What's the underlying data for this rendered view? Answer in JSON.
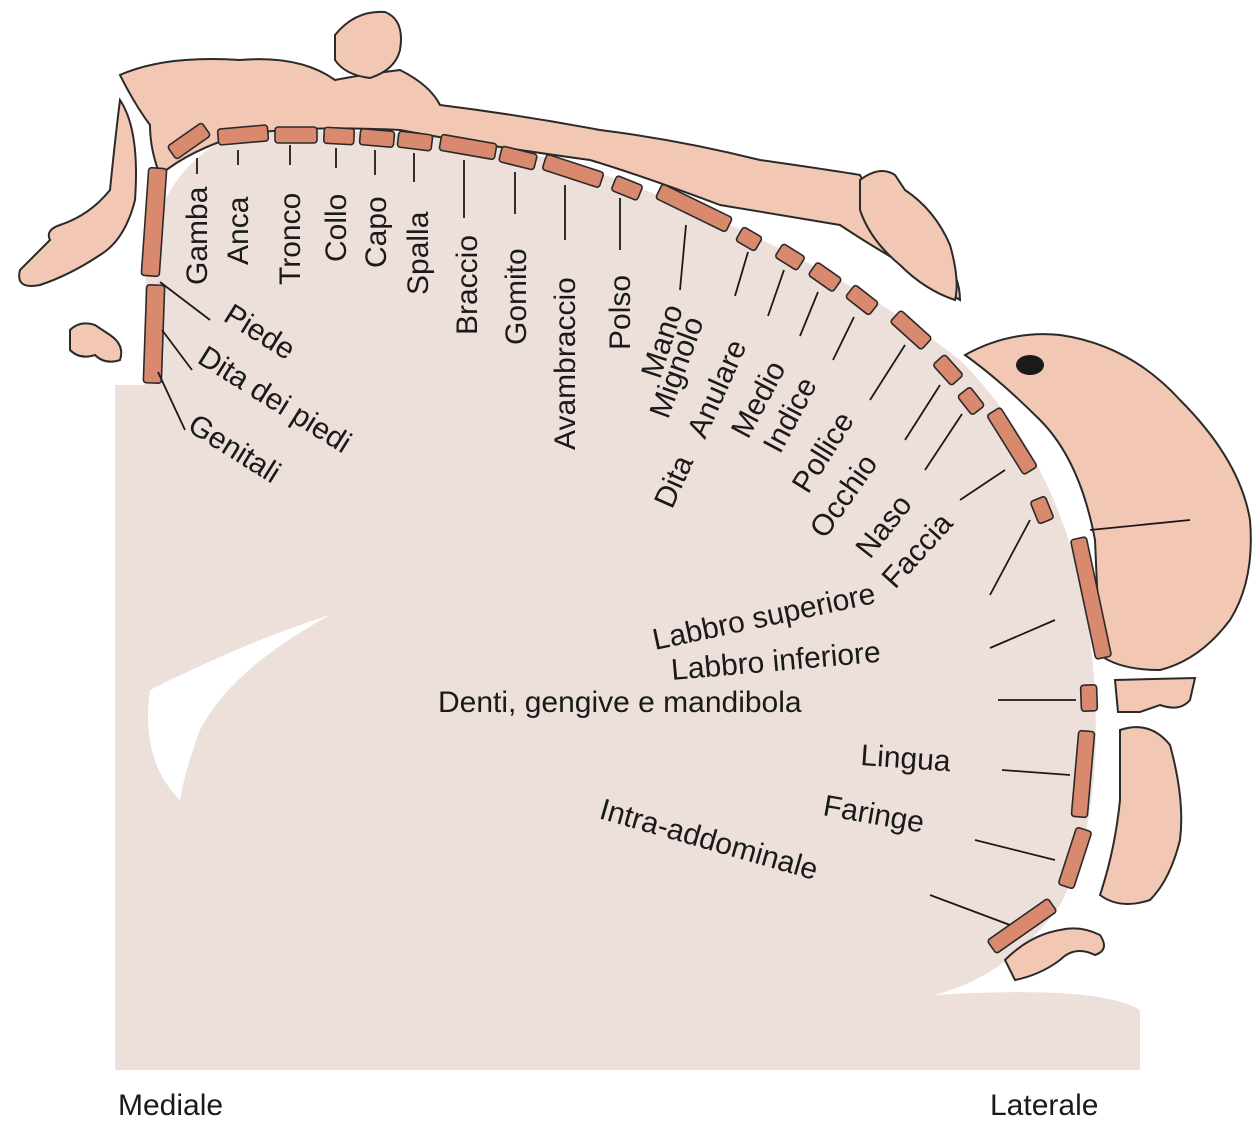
{
  "labels": {
    "gamba": "Gamba",
    "anca": "Anca",
    "tronco": "Tronco",
    "collo": "Collo",
    "capo": "Capo",
    "spalla": "Spalla",
    "braccio": "Braccio",
    "gomito": "Gomito",
    "avambraccio": "Avambraccio",
    "polso": "Polso",
    "mano": "Mano",
    "mignolo": "Mignolo",
    "anulare": "Anulare",
    "medio": "Medio",
    "indice": "Indice",
    "pollice": "Pollice",
    "dita": "Dita",
    "occhio": "Occhio",
    "naso": "Naso",
    "faccia": "Faccia",
    "piede": "Piede",
    "dita_piedi": "Dita dei piedi",
    "genitali": "Genitali",
    "labbro_superiore": "Labbro superiore",
    "labbro_inferiore": "Labbro inferiore",
    "denti": "Denti, gengive e mandibola",
    "lingua": "Lingua",
    "faringe": "Faringe",
    "intra_addominale": "Intra-addominale"
  },
  "axis": {
    "medial": "Mediale",
    "lateral": "Laterale"
  },
  "colors": {
    "cortex": "#ede0db",
    "skin": "#f2c8b4",
    "segment": "#d98a6e"
  }
}
